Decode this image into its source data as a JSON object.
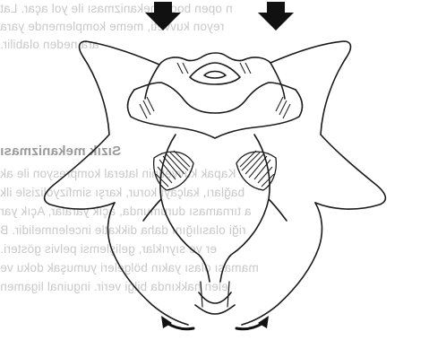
{
  "bleed_through_text": {
    "line_1": "n open book mekanizması ile yol açar. Lat",
    "line_2": "reyon kuvveti, meme komplemende yara",
    "line_3": "ara neden olabilir.",
    "heading": "Sızık mekanizması",
    "line_4": "Kapak kuvvetinin lateral kompresyon ile ak",
    "line_5": "bağları, kalçayı korur, karşı simfizyolizisle ilk",
    "line_6": "a tırnaması durumunda, açık yaralar, Açık yar",
    "line_7": "riği olasılığını daha dikkatle incelenmelidir. B",
    "line_8": "er ve sıyrıklar, gelişlemsi pelvis gösteri.",
    "line_9": "maması olası yakın bölgeleri yumuşak doku ve",
    "line_10": "elen hakkında bilgi verir. inguinal ligamen"
  },
  "illustration": {
    "subject": "pelvis-diagram",
    "arrows": [
      "arrow-down-left",
      "arrow-down-right",
      "arrow-curved-bottom-left",
      "arrow-curved-bottom-right"
    ]
  },
  "colors": {
    "ink": "#1a1a1a",
    "paper": "#ffffff",
    "bleed": "#c9c9c9"
  }
}
